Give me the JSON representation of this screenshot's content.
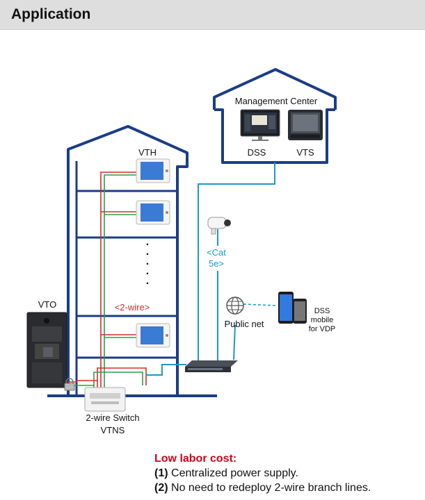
{
  "header": {
    "title": "Application"
  },
  "management": {
    "title": "Management Center",
    "dss": "DSS",
    "vts": "VTS"
  },
  "building": {
    "vth": "VTH",
    "vto": "VTO",
    "two_wire": "<2-wire>",
    "dots": "."
  },
  "network": {
    "cat_line1": "<Cat",
    "cat_line2": "5e>",
    "public_net": "Public net",
    "mobile_line1": "DSS",
    "mobile_line2": "mobile",
    "mobile_line3": "for VDP"
  },
  "switch": {
    "line1": "2-wire Switch",
    "line2": "VTNS"
  },
  "footer": {
    "title": "Low labor cost:",
    "items": [
      {
        "num": "(1)",
        "text": " Centralized power supply."
      },
      {
        "num": "(2)",
        "text": " No need to redeploy 2-wire branch lines."
      }
    ]
  },
  "colors": {
    "house": "#1b3d86",
    "network_line": "#1d97c9",
    "wire_red": "#d32b2b",
    "wire_green": "#2e9b46",
    "accent_text": "#d0021b"
  },
  "icons": [
    "globe-icon",
    "camera-icon",
    "monitor-icon",
    "phone-icon",
    "switch-icon",
    "vth-panel-icon",
    "vto-panel-icon"
  ]
}
